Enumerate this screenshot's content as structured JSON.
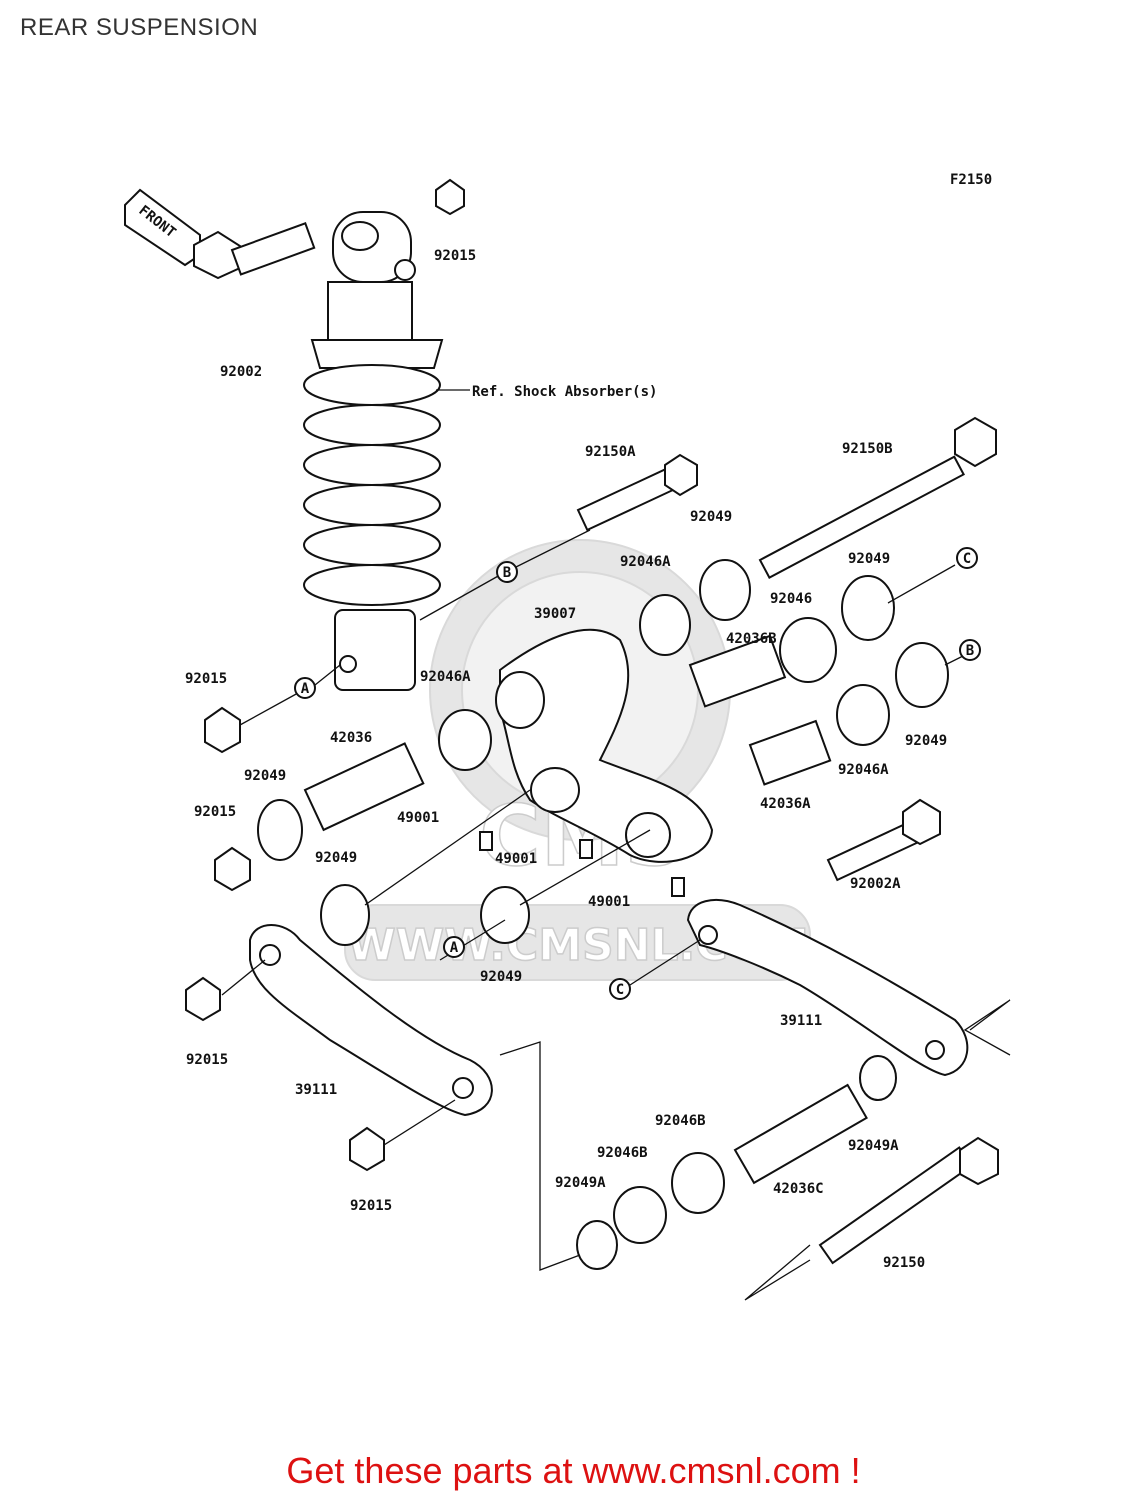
{
  "page": {
    "title": "REAR SUSPENSION",
    "footer": "Get these parts at www.cmsnl.com !"
  },
  "diagram": {
    "code": "F2150",
    "front_arrow_label": "FRONT",
    "ref_label": "Ref. Shock Absorber(s)",
    "watermark": {
      "text": "CMS",
      "url_text": "WWW.CMSNL.COM"
    },
    "parts": [
      {
        "number": "92015"
      },
      {
        "number": "92002"
      },
      {
        "number": "92150A"
      },
      {
        "number": "92150B"
      },
      {
        "number": "92049"
      },
      {
        "number": "92046A"
      },
      {
        "number": "92049"
      },
      {
        "number": "C"
      },
      {
        "number": "39007"
      },
      {
        "number": "92046"
      },
      {
        "number": "42036B"
      },
      {
        "number": "92015"
      },
      {
        "number": "A"
      },
      {
        "number": "92046A"
      },
      {
        "number": "B"
      },
      {
        "number": "42036"
      },
      {
        "number": "92049"
      },
      {
        "number": "92049"
      },
      {
        "number": "92046A"
      },
      {
        "number": "92015"
      },
      {
        "number": "42036A"
      },
      {
        "number": "49001"
      },
      {
        "number": "92049"
      },
      {
        "number": "49001"
      },
      {
        "number": "92002A"
      },
      {
        "number": "49001"
      },
      {
        "number": "A"
      },
      {
        "number": "92049"
      },
      {
        "number": "C"
      },
      {
        "number": "39111"
      },
      {
        "number": "92015"
      },
      {
        "number": "39111"
      },
      {
        "number": "92049A"
      },
      {
        "number": "92046B"
      },
      {
        "number": "92046B"
      },
      {
        "number": "42036C"
      },
      {
        "number": "92049A"
      },
      {
        "number": "92015"
      },
      {
        "number": "92150"
      },
      {
        "number": "B"
      }
    ]
  }
}
